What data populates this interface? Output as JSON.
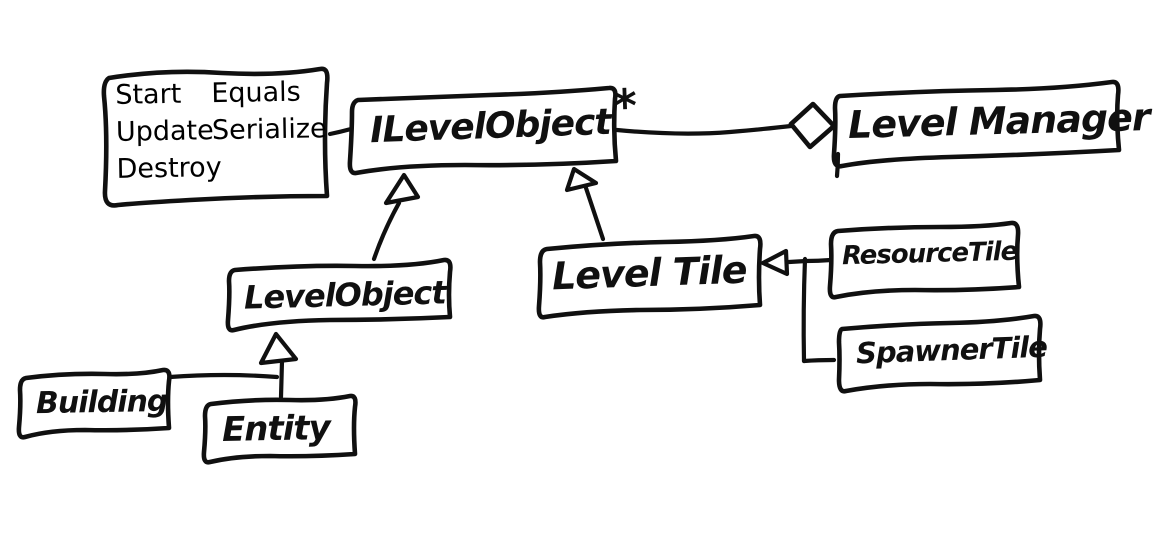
{
  "diagram": {
    "background_color": "#ffffff",
    "ink_color": "#101010",
    "interface_methods": {
      "column1": [
        "Start",
        "Update",
        "Destroy"
      ],
      "column2": [
        "Equals",
        "Serialize"
      ]
    },
    "nodes": {
      "interface": "ILevelObject",
      "manager": "Level Manager",
      "level_object": "LevelObject",
      "level_tile": "Level Tile",
      "resource_tile": "ResourceTile",
      "spawner_tile": "SpawnerTile",
      "building": "Building",
      "entity": "Entity"
    },
    "aggregation_multiplicity": "*",
    "relations": [
      {
        "from": "ILevelObject",
        "to": "Level Manager",
        "type": "aggregation",
        "multiplicity": "*"
      },
      {
        "from": "LevelObject",
        "to": "ILevelObject",
        "type": "inheritance"
      },
      {
        "from": "Level Tile",
        "to": "ILevelObject",
        "type": "inheritance"
      },
      {
        "from": "ResourceTile",
        "to": "Level Tile",
        "type": "inheritance"
      },
      {
        "from": "SpawnerTile",
        "to": "Level Tile",
        "type": "inheritance"
      },
      {
        "from": "Building",
        "to": "LevelObject",
        "type": "inheritance"
      },
      {
        "from": "Entity",
        "to": "LevelObject",
        "type": "inheritance"
      },
      {
        "from": "methods-note",
        "to": "ILevelObject",
        "type": "link"
      }
    ]
  }
}
